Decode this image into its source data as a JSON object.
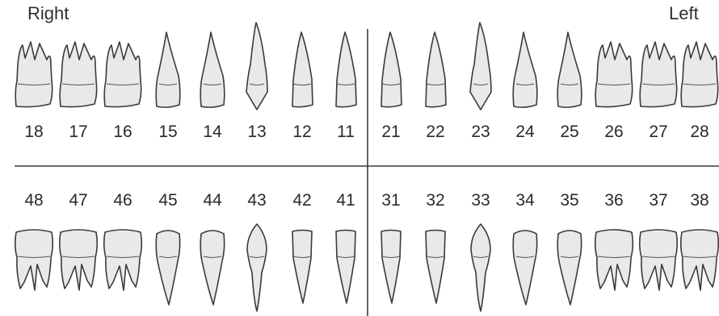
{
  "labels": {
    "right": "Right",
    "left": "Left"
  },
  "upper_teeth": [
    {
      "num": "18",
      "type": "molar"
    },
    {
      "num": "17",
      "type": "molar"
    },
    {
      "num": "16",
      "type": "molar"
    },
    {
      "num": "15",
      "type": "premolar"
    },
    {
      "num": "14",
      "type": "premolar"
    },
    {
      "num": "13",
      "type": "canine"
    },
    {
      "num": "12",
      "type": "incisor"
    },
    {
      "num": "11",
      "type": "incisor"
    },
    {
      "num": "21",
      "type": "incisor"
    },
    {
      "num": "22",
      "type": "incisor"
    },
    {
      "num": "23",
      "type": "canine"
    },
    {
      "num": "24",
      "type": "premolar"
    },
    {
      "num": "25",
      "type": "premolar"
    },
    {
      "num": "26",
      "type": "molar"
    },
    {
      "num": "27",
      "type": "molar"
    },
    {
      "num": "28",
      "type": "molar"
    }
  ],
  "lower_teeth": [
    {
      "num": "48",
      "type": "molar"
    },
    {
      "num": "47",
      "type": "molar"
    },
    {
      "num": "46",
      "type": "molar"
    },
    {
      "num": "45",
      "type": "premolar"
    },
    {
      "num": "44",
      "type": "premolar"
    },
    {
      "num": "43",
      "type": "canine"
    },
    {
      "num": "42",
      "type": "incisor"
    },
    {
      "num": "41",
      "type": "incisor"
    },
    {
      "num": "31",
      "type": "incisor"
    },
    {
      "num": "32",
      "type": "incisor"
    },
    {
      "num": "33",
      "type": "canine"
    },
    {
      "num": "34",
      "type": "premolar"
    },
    {
      "num": "35",
      "type": "premolar"
    },
    {
      "num": "36",
      "type": "molar"
    },
    {
      "num": "37",
      "type": "molar"
    },
    {
      "num": "38",
      "type": "molar"
    }
  ]
}
